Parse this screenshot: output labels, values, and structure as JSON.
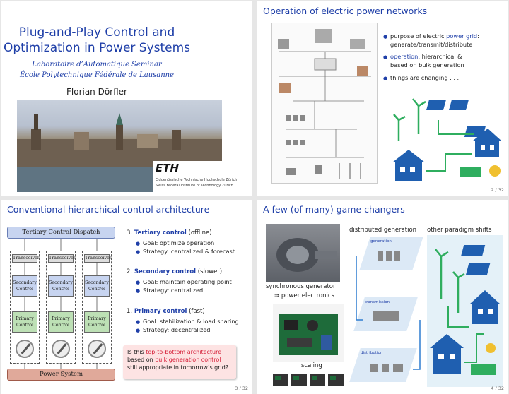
{
  "slide1": {
    "title_line1": "Plug-and-Play Control and",
    "title_line2": "Optimization in Power Systems",
    "seminar": "Laboratoire d’Automatique Seminar",
    "school": "École Polytechnique Fédérale de Lausanne",
    "author": "Florian Dörfler",
    "eth_logo": "ETH",
    "eth_line1": "Eidgenössische Technische Hochschule Zürich",
    "eth_line2": "Swiss Federal Institute of Technology Zurich"
  },
  "slide2": {
    "title": "Operation of electric power networks",
    "bullet1_a": "purpose of electric ",
    "bullet1_b": "power grid",
    "bullet1_c": ":",
    "bullet1_line2": "generate/transmit/distribute",
    "bullet2_a": "operation",
    "bullet2_b": ": hierarchical &",
    "bullet2_line2": "based on bulk generation",
    "bullet3": "things are changing . . .",
    "page": "2 / 32"
  },
  "slide3": {
    "title": "Conventional hierarchical control architecture",
    "tertiary_box": "Tertiary Control Dispatch",
    "transceiver": "Transceiver",
    "secondary_l1": "Secondary",
    "secondary_l2": "Control",
    "primary_l1": "Primary",
    "primary_l2": "Control",
    "power_system": "Power System",
    "l3_num": "3.",
    "l3_name": "Tertiary control",
    "l3_rest": " (offline)",
    "l3_b1": "Goal: optimize operation",
    "l3_b2": "Strategy: centralized & forecast",
    "l2_num": "2.",
    "l2_name": "Secondary control",
    "l2_rest": " (slower)",
    "l2_b1": "Goal: maintain operating point",
    "l2_b2": "Strategy: centralized",
    "l1_num": "1.",
    "l1_name": "Primary control",
    "l1_rest": " (fast)",
    "l1_b1": "Goal: stabilization & load sharing",
    "l1_b2": "Strategy: decentralized",
    "callout_a": "Is this ",
    "callout_b": "top-to-bottom architecture",
    "callout_c": "based on ",
    "callout_d": "bulk generation control",
    "callout_e": "still appropriate in tomorrow’s grid?",
    "page": "3 / 32"
  },
  "slide4": {
    "title": "A few (of many) game changers",
    "label_distributed": "distributed generation",
    "label_other": "other paradigm shifts",
    "label_sync": "synchronous generator",
    "label_arrow": "⇒ power electronics",
    "label_scaling": "scaling",
    "grid_generation": "generation",
    "grid_transmission": "transmission",
    "grid_distribution": "distribution",
    "page": "4 / 32"
  },
  "colors": {
    "accent": "#1f3fa8",
    "highlight": "#d6213a"
  }
}
